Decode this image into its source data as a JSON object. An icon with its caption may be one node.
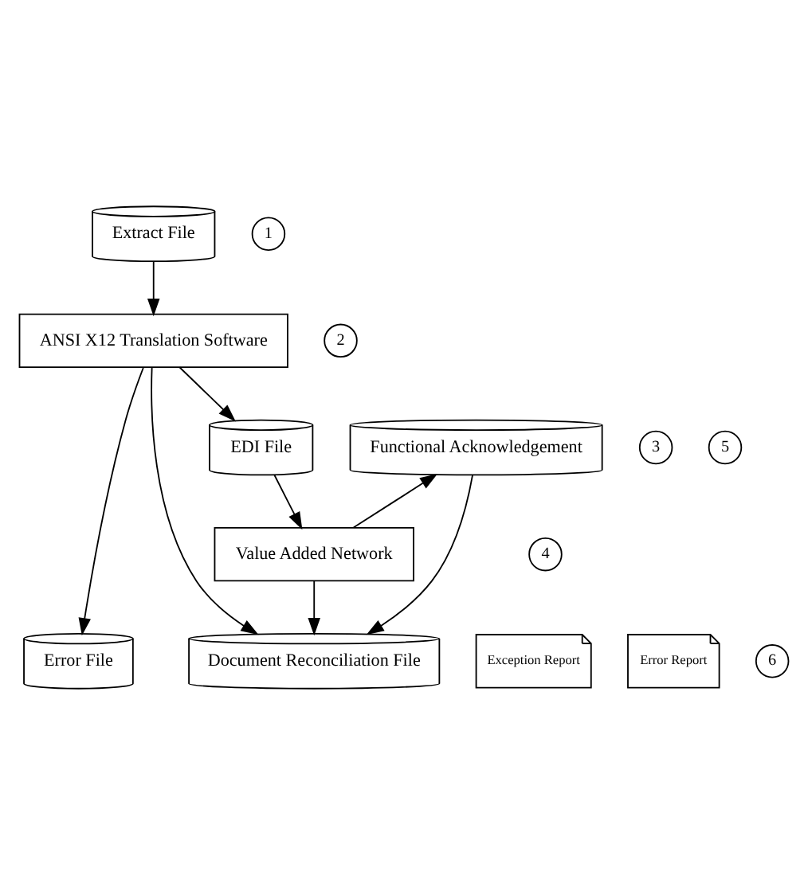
{
  "diagram": {
    "nodes": [
      {
        "text": [
          "Extract File"
        ]
      },
      {
        "text": [
          "1"
        ]
      },
      {
        "text": [
          "ANSI X12 Translation Software"
        ]
      },
      {
        "text": [
          "2"
        ]
      },
      {
        "text": [
          "Exception Report"
        ]
      },
      {
        "text": [
          "Error Report"
        ]
      },
      {
        "text": [
          "Document Reconciliation File"
        ]
      },
      {
        "text": [
          "6"
        ]
      },
      {
        "text": [
          "Error File"
        ]
      },
      {
        "text": [
          "EDI File"
        ]
      },
      {
        "text": [
          "3"
        ]
      },
      {
        "text": [
          "Functional Acknowledgement"
        ]
      },
      {
        "text": [
          "5"
        ]
      },
      {
        "text": [
          "Value Added Network"
        ]
      },
      {
        "text": [
          "4"
        ]
      }
    ],
    "edges": [
      {
        "from": 0,
        "to": 2,
        "arrow": "to"
      },
      {
        "from": 2,
        "to": 6,
        "arrow": "to"
      },
      {
        "from": 2,
        "to": 8,
        "arrow": "to"
      },
      {
        "from": 2,
        "to": 9,
        "arrow": "to"
      },
      {
        "from": 9,
        "to": 13,
        "arrow": "to"
      },
      {
        "from": 13,
        "to": 11,
        "arrow": "to"
      },
      {
        "from": 11,
        "to": 6,
        "arrow": "to"
      },
      {
        "from": 13,
        "to": 6,
        "arrow": "to"
      }
    ]
  }
}
